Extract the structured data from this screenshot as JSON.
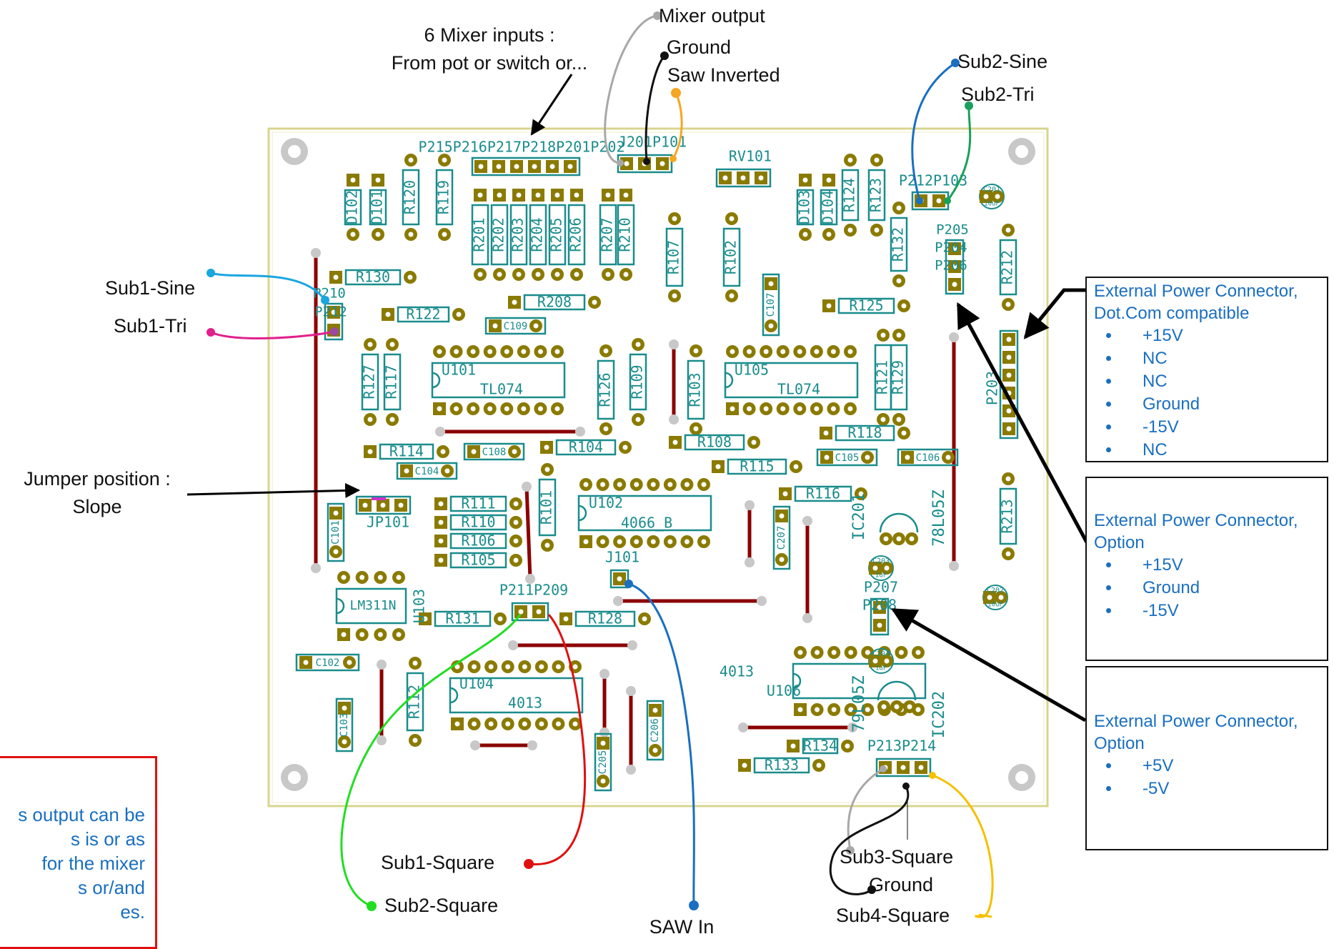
{
  "labels": {
    "mixer_inputs": [
      "6 Mixer inputs :",
      "From pot or switch or..."
    ],
    "mixer_output": "Mixer output",
    "ground_top": "Ground",
    "saw_inverted": "Saw Inverted",
    "sub2_sine": "Sub2-Sine",
    "sub2_tri": "Sub2-Tri",
    "sub1_sine": "Sub1-Sine",
    "sub1_tri": "Sub1-Tri",
    "jumper": [
      "Jumper position :",
      "Slope"
    ],
    "sub1_square": "Sub1-Square",
    "sub2_square": "Sub2-Square",
    "saw_in": "SAW In",
    "sub3_square": "Sub3-Square",
    "ground_bottom": "Ground",
    "sub4_square": "Sub4-Square"
  },
  "red_note": {
    "text": "s output can be\ns is or as\nfor the mixer\ns or/and\nes."
  },
  "notes": [
    {
      "title": "External Power Connector, Dot.Com compatible",
      "items": [
        "+15V",
        "NC",
        "NC",
        "Ground",
        "-15V",
        "NC"
      ]
    },
    {
      "title": "External Power Connector, Option",
      "items": [
        "+15V",
        "Ground",
        "-15V"
      ]
    },
    {
      "title": "External Power Connector, Option",
      "items": [
        "+5V",
        "-5V"
      ]
    }
  ],
  "refs": {
    "top_headers": "P215P216P217P218P201P202",
    "j201p101": "J201P101",
    "rv101": "RV101",
    "p212p103": "P212P103",
    "p205": "P205",
    "p204": "P204",
    "p206": "P206",
    "r120": "R120",
    "r119": "R119",
    "d102": "D102",
    "d101": "D101",
    "r201": "R201",
    "r202": "R202",
    "r203": "R203",
    "r204": "R204",
    "r205": "R205",
    "r206": "R206",
    "r207": "R207",
    "r210": "R210",
    "r107": "R107",
    "r102": "R102",
    "d103": "D103",
    "d104": "D104",
    "r124": "R124",
    "r123": "R123",
    "r132": "R132",
    "r212": "R212",
    "c201": "C201",
    "c201v": "10uF",
    "r130": "R130",
    "p210": "P210",
    "p212b": "P212",
    "r122": "R122",
    "c109": "C109",
    "r208": "R208",
    "c107": "C107",
    "r125": "R125",
    "r127": "R127",
    "r117": "R117",
    "u101": "U101",
    "tl074a": "TL074",
    "r126": "R126",
    "r109": "R109",
    "r103": "R103",
    "u105": "U105",
    "tl074b": "TL074",
    "r121": "R121",
    "r129": "R129",
    "p203": "P203",
    "r114": "R114",
    "c108": "C108",
    "r104": "R104",
    "r108": "R108",
    "r118": "R118",
    "c105": "C105",
    "c106": "C106",
    "c104": "C104",
    "r115": "R115",
    "jp101": "JP101",
    "r111": "R111",
    "r110": "R110",
    "r106": "R106",
    "r105": "R105",
    "r101": "R101",
    "u102": "U102",
    "ic4066": "4066_B",
    "c207": "C207",
    "r116": "R116",
    "ic201": "IC201",
    "l78l05z": "78L05Z",
    "r213": "R213",
    "c101": "C101",
    "j101": "J101",
    "c203": "C203",
    "c203v": "1uF",
    "p207": "P207",
    "p208": "P208",
    "c202": "C202",
    "c202v": "10uF",
    "lm311": "LM311N",
    "u103": "U103",
    "r131": "R131",
    "p211p209": "P211P209",
    "r128": "R128",
    "c102": "C102",
    "u104": "U104",
    "ic4013a": "4013",
    "ic4013b": "4013",
    "u106": "U106",
    "c204": "C204",
    "c204v": "1uF",
    "r112": "R112",
    "c103": "C103",
    "c205": "C205",
    "c206": "C206",
    "l79l05z": "79L05Z",
    "ic202": "IC202",
    "r134": "R134",
    "r133": "R133",
    "p213p214": "P213P214"
  },
  "colors": {
    "board_outline": "#e8e4a6",
    "pad": "#8a7a00",
    "component_outline": "#1a8c8c",
    "jumper_wire": "#8b0000",
    "note_text": "#1a6fc0",
    "red_box": "#e01010"
  }
}
